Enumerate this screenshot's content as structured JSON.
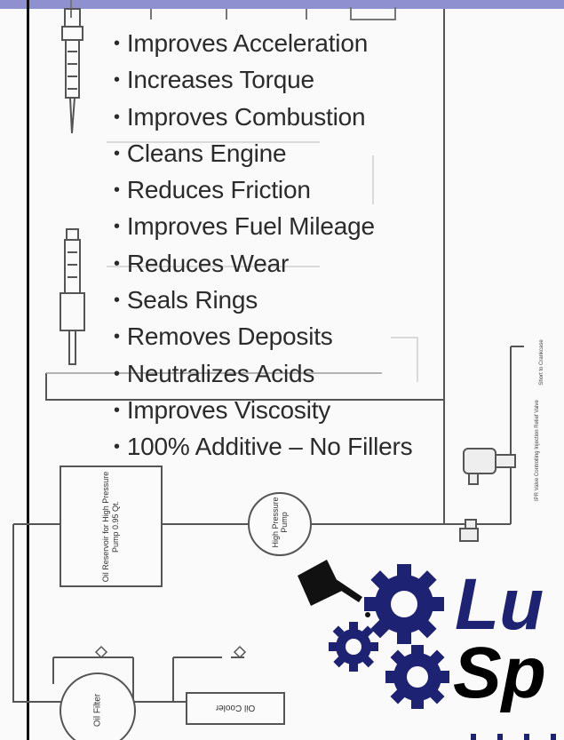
{
  "benefits": [
    "Improves Acceleration",
    "Increases Torque",
    "Improves Combustion",
    "Cleans Engine",
    "Reduces Friction",
    "Improves Fuel Mileage",
    "Reduces Wear",
    "Seals Rings",
    "Removes Deposits",
    "Neutralizes Acids",
    "Improves Viscosity",
    "100% Additive – No Fillers"
  ],
  "diagram": {
    "reservoir_label": "Oil Reservoir for High Pressure Pump 0.95 Qt.",
    "pump_label": "High Pressure Pump",
    "filter_label": "Oil Filter",
    "cooler_label": "Oil Cooler",
    "sensor_label": "Short to Crankcase",
    "valve_label": "IPR Valve Controlling Injection Relief Valve"
  },
  "logo": {
    "line1": "Lu",
    "line2": "Sp"
  },
  "colors": {
    "brand_navy": "#1d2272",
    "top_bar": "#8f90cf"
  },
  "icons": [
    "injector-icon",
    "gear-icon",
    "oil-can-icon"
  ]
}
